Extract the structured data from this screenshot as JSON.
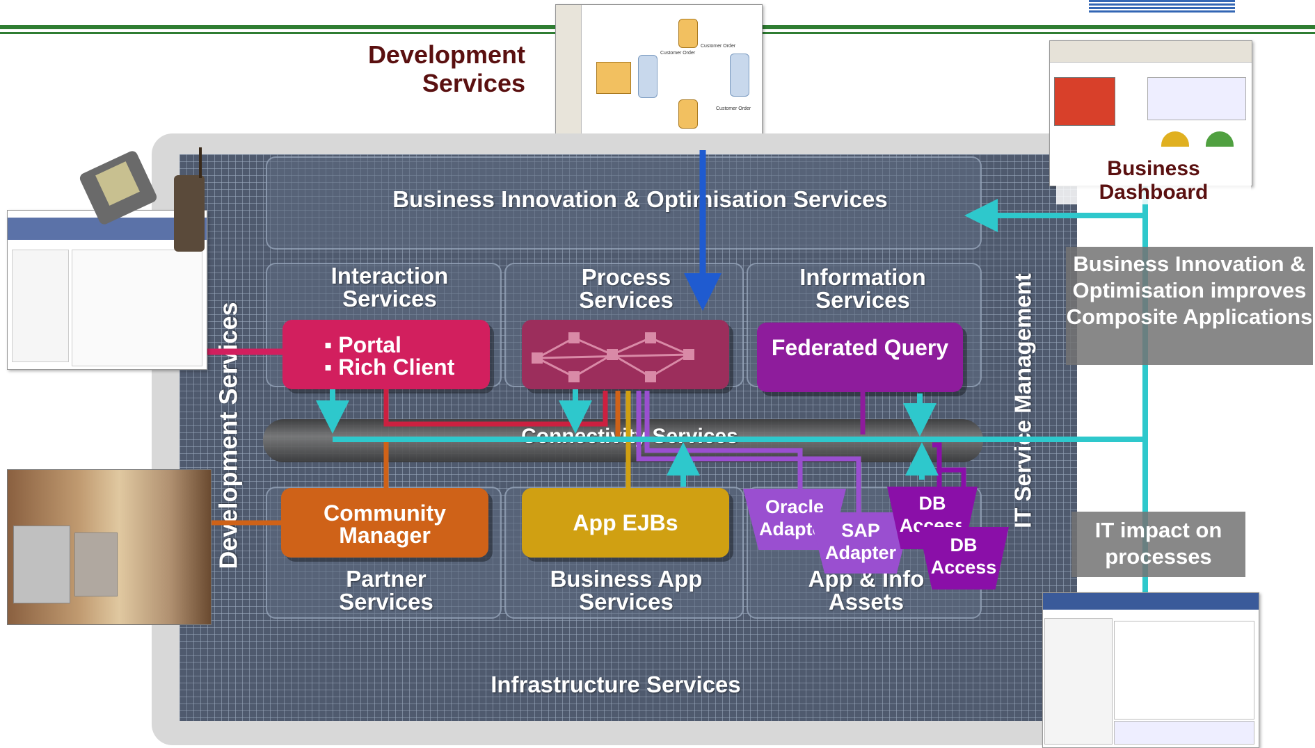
{
  "header": {
    "logo": "IBM"
  },
  "development_services": "Development Services",
  "business_innovation_services": "Business Innovation & Optimisation Services",
  "development_services_vertical": "Development Services",
  "it_service_management": "IT Service Management",
  "interaction_services": "Interaction Services",
  "process_services": "Process Services",
  "information_services": "Information Services",
  "portal_box": {
    "line1": "▪ Portal",
    "line2": "▪ Rich Client"
  },
  "federated_query": "Federated Query",
  "connectivity_services": "Connectivity Services",
  "community_manager": "Community Manager",
  "app_ejbs": "App EJBs",
  "oracle_adapter": "Oracle Adapter",
  "sap_adapter": "SAP Adapter",
  "db_access_1": "DB Access",
  "db_access_2": "DB Access",
  "partner_services": "Partner Services",
  "business_app_services": "Business App Services",
  "app_info_assets": "App & Info Assets",
  "infrastructure_services": "Infrastructure Services",
  "business_dashboard": "Business Dashboard",
  "callout_bio": "Business Innovation & Optimisation improves Composite Applications",
  "callout_it": "IT impact on processes",
  "thumb_process_labels": [
    "Customer Order",
    "Customer Order",
    "Customer Order"
  ],
  "colors": {
    "portal": "#d21f5e",
    "process": "#9c2e5c",
    "federated": "#8e1c9c",
    "community": "#cf6218",
    "app_ejbs": "#d0a012",
    "adapters": "#9a4fd0",
    "db": "#8a0fa8",
    "cyan_line": "#2ec8cc",
    "blue_arrow": "#1f5bd0"
  }
}
